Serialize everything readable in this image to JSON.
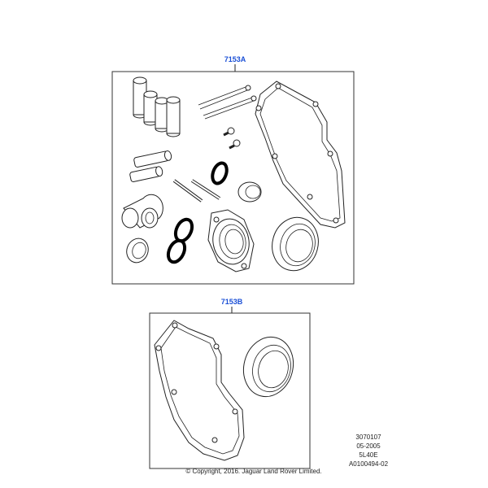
{
  "kits": [
    {
      "callout": "7153A"
    },
    {
      "callout": "7153B"
    }
  ],
  "reference": {
    "line1": "3070107",
    "line2": "05-2005",
    "line3": "5L40E",
    "line4": "A0100494-02"
  },
  "copyright": "© Copyright, 2016. Jaguar Land Rover Limited.",
  "colors": {
    "callout": "#1a4fd6",
    "line": "#222222"
  }
}
